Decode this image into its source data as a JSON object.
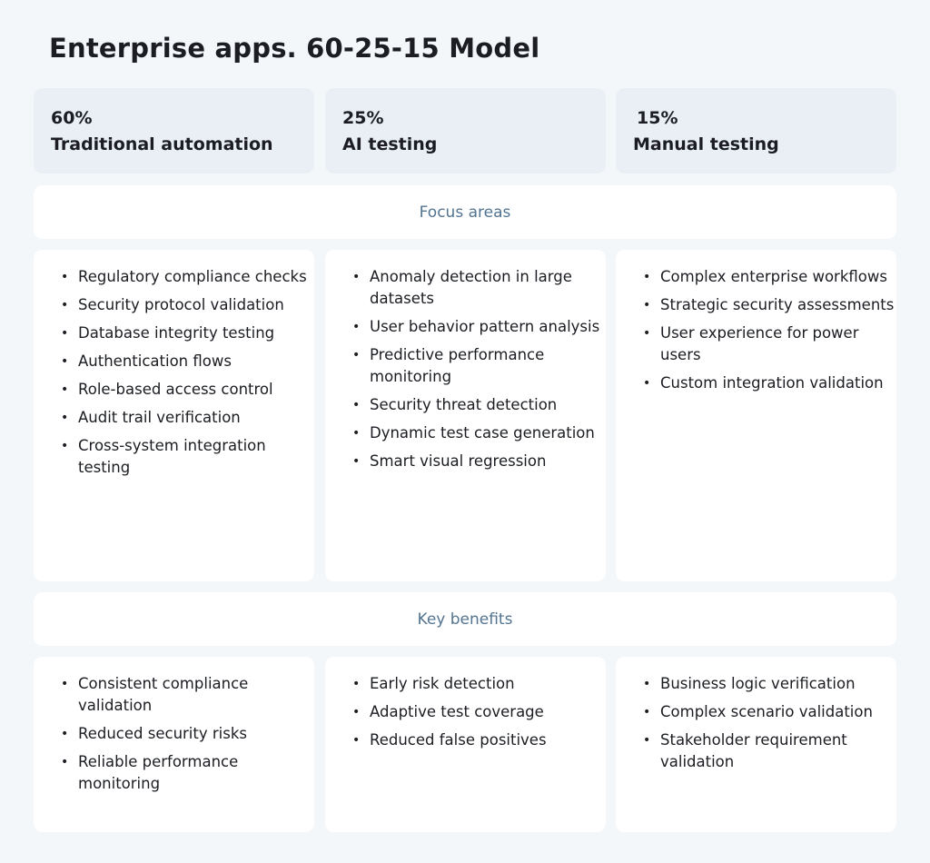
{
  "title": "Enterprise apps. 60-25-15 Model",
  "columns": [
    {
      "percent": "60%",
      "name": "Traditional automation"
    },
    {
      "percent": "25%",
      "name": "AI testing"
    },
    {
      "percent": "15%",
      "name": "Manual testing"
    }
  ],
  "sections": {
    "focus_label": "Focus areas",
    "benefits_label": "Key benefits"
  },
  "focus": [
    [
      "Regulatory compliance checks",
      "Security protocol validation",
      "Database integrity testing",
      "Authentication flows",
      "Role-based access control",
      "Audit trail verification",
      "Cross-system integration testing"
    ],
    [
      "Anomaly detection in large datasets",
      "User behavior pattern analysis",
      "Predictive performance monitoring",
      "Security threat detection",
      "Dynamic test case generation",
      "Smart visual regression"
    ],
    [
      "Complex enterprise workflows",
      "Strategic security assessments",
      "User experience for power users",
      "Custom integration validation"
    ]
  ],
  "benefits": [
    [
      "Consistent compliance validation",
      "Reduced security risks",
      "Reliable performance monitoring"
    ],
    [
      "Early risk detection",
      "Adaptive test coverage",
      "Reduced false positives"
    ],
    [
      "Business logic verification",
      "Complex scenario validation",
      "Stakeholder requirement validation"
    ]
  ]
}
